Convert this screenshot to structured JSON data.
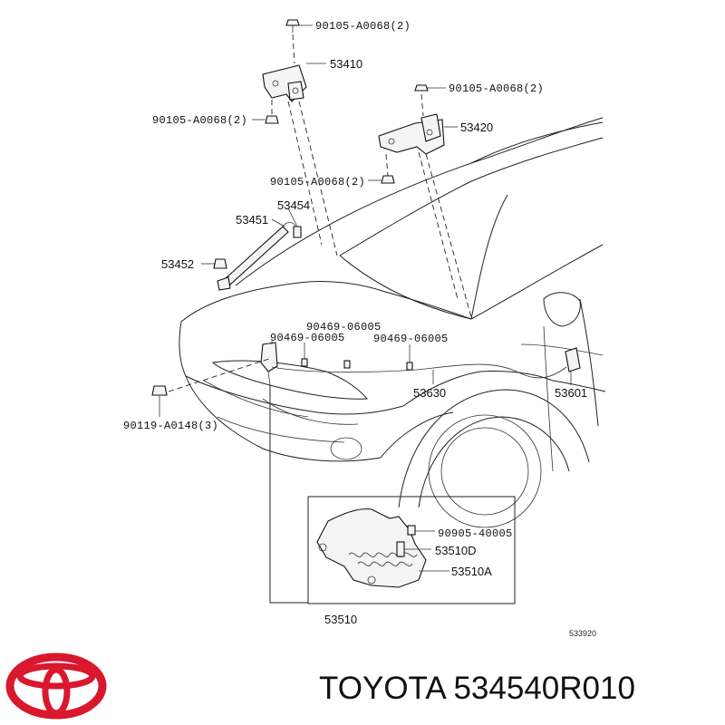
{
  "labels": {
    "bolt_top_a": "90105-A0068(2)",
    "hinge_left": "53410",
    "bolt_top_b": "90105-A0068(2)",
    "hinge_right": "53420",
    "bolt_left": "90105-A0068(2)",
    "bolt_mid": "90105-A0068(2)",
    "stay_holder": "53454",
    "support_rod": "53451",
    "rod_grommet": "53452",
    "clip_a": "90469-06005",
    "clip_b": "90469-06005",
    "clip_c": "90469-06005",
    "cable": "53630",
    "lever": "53601",
    "screw": "90119-A0148(3)",
    "inset_clip": "90905-40005",
    "inset_d": "53510D",
    "inset_a": "53510A",
    "lock": "53510",
    "figure_ref": "533920"
  },
  "footer": {
    "text": "TOYOTA 534540R010"
  },
  "brand": {
    "logo_color": "#d9182d"
  }
}
